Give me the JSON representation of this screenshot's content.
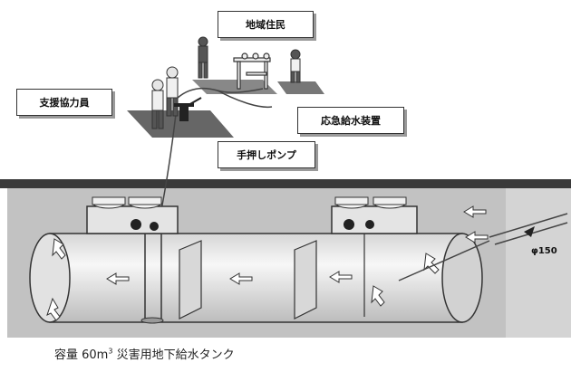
{
  "labels": {
    "residents": "地域住民",
    "supporters": "支援協力員",
    "emergency_device": "応急給水装置",
    "hand_pump": "手押しポンプ"
  },
  "pipe_size": "φ150",
  "caption": {
    "prefix": "容量 ",
    "volume": "60m",
    "unit_power": "3",
    "title": " 災害用地下給水タンク"
  },
  "colors": {
    "ground": "#bdbdbd",
    "tank_fill": "#efefef",
    "tank_stroke": "#333333",
    "label_shadow": "#9a9a9a"
  },
  "icons": [
    "person-icon",
    "faucet-icon",
    "hand-pump-icon",
    "flow-arrow-icon",
    "valve-icon"
  ]
}
